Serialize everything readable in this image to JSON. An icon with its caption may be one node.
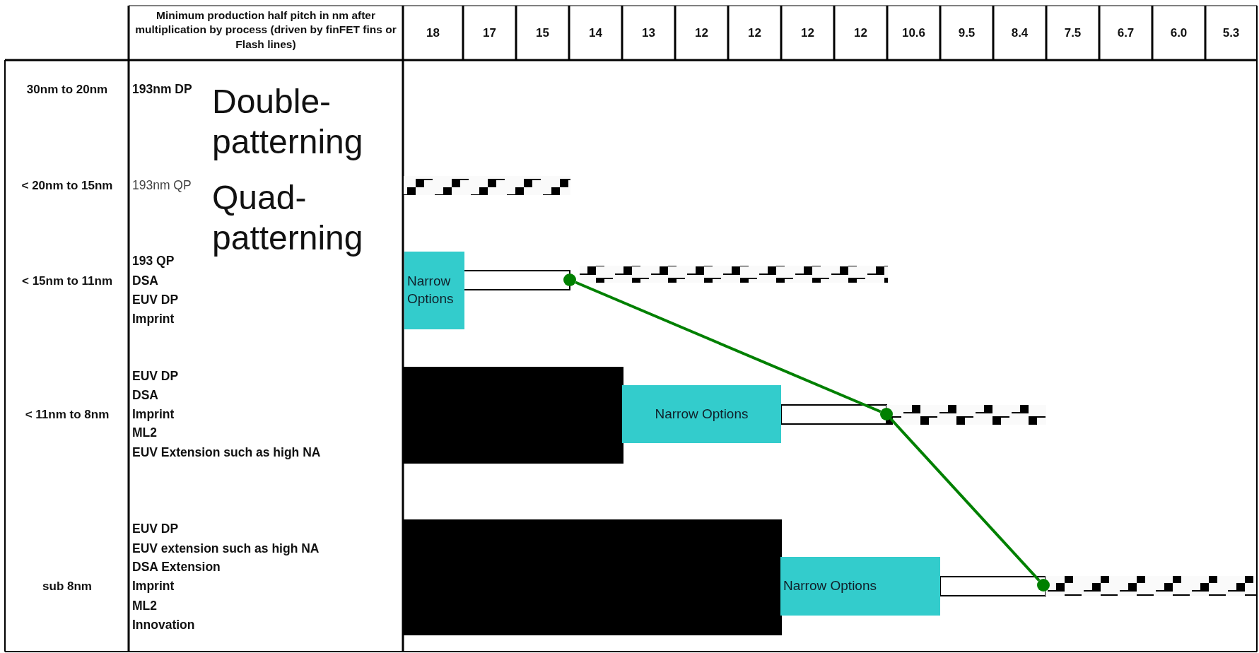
{
  "diagram": {
    "nodes": [
      {
        "text": [
          "Narrow Options"
        ]
      },
      {
        "text": [
          "Narrow Options"
        ]
      },
      {
        "text": [
          "Narrow Options"
        ]
      },
      {
        "text": [],
        "shape": "circle"
      },
      {
        "text": [],
        "shape": "circle"
      },
      {
        "text": [],
        "shape": "circle"
      },
      {
        "text": [],
        "shape": "bar"
      },
      {
        "text": [],
        "shape": "bar"
      },
      {
        "text": [],
        "shape": "bar"
      },
      {
        "text": [],
        "shape": "bar"
      },
      {
        "text": [],
        "shape": "bar"
      },
      {
        "text": [],
        "shape": "bar"
      },
      {
        "text": [],
        "shape": "bar"
      },
      {
        "text": [],
        "shape": "bar"
      },
      {
        "text": [],
        "shape": "bar"
      }
    ],
    "edges": [
      {
        "from": 3,
        "to": 4,
        "arrow": "none"
      },
      {
        "from": 4,
        "to": 5,
        "arrow": "none"
      }
    ],
    "labels": [
      "Minimum production half pitch in nm after multiplication by process (driven by finFET fins or Flash lines)",
      "18",
      "17",
      "15",
      "14",
      "13",
      "12",
      "12",
      "12",
      "12",
      "10.6",
      "9.5",
      "8.4",
      "7.5",
      "6.7",
      "6.0",
      "5.3",
      "30nm to 20nm",
      "193nm DP",
      "Double-patterning",
      "< 20nm to 15nm",
      "193nm QP",
      "Quad-patterning",
      "< 15nm to 11nm",
      "193 QP",
      "DSA",
      "EUV DP",
      "Imprint",
      "< 11nm to 8nm",
      "EUV DP",
      "DSA",
      "Imprint",
      "ML2",
      "EUV Extension such as high NA",
      "sub 8nm",
      "EUV DP",
      "EUV extension such as high NA",
      "DSA Extension",
      "Imprint",
      "ML2",
      "Innovation"
    ]
  }
}
